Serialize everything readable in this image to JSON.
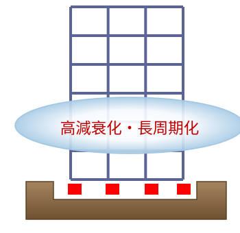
{
  "diagram": {
    "label": "高減衰化・長周期化",
    "colors": {
      "frame": "#5b6494",
      "ground_light": "#a68560",
      "ground_dark": "#6f5030",
      "isolator": "#ff0000",
      "ellipse_edge": "#9fc6e2",
      "ellipse_fill": "#e3eff8",
      "label": "#c00000"
    },
    "building": {
      "columns": 4,
      "floors": 6
    },
    "isolators": {
      "count": 4
    }
  }
}
